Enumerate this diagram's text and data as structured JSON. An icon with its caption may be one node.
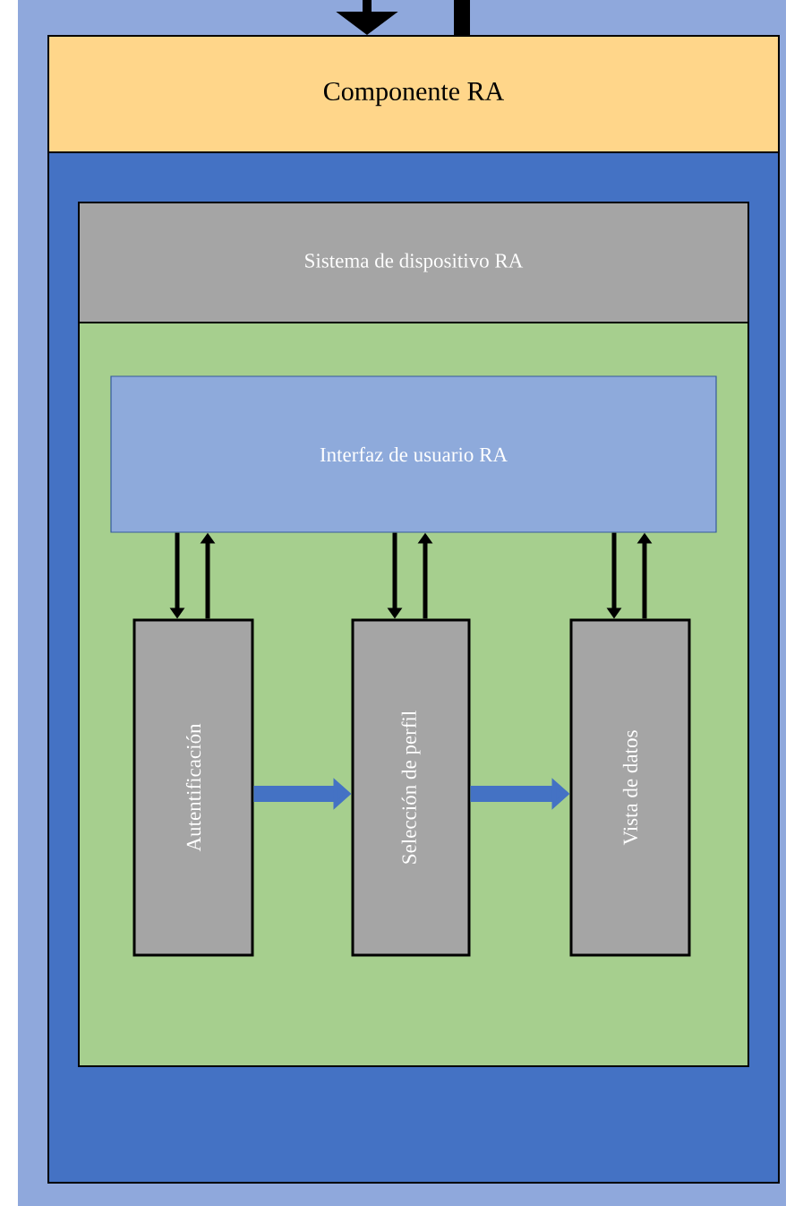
{
  "diagram": {
    "nodes": [
      {
        "text": [
          "Componente RA"
        ]
      },
      {
        "text": [
          "Sistema de dispositivo RA"
        ],
        "in": 0
      },
      {
        "text": [
          "Interfaz de usuario RA"
        ],
        "in": 1
      },
      {
        "text": [
          "Autentificación"
        ],
        "in": 1
      },
      {
        "text": [
          "Selección de perfil"
        ],
        "in": 1
      },
      {
        "text": [
          "Vista de datos"
        ],
        "in": 1
      }
    ],
    "edges": [
      {
        "from": null,
        "to": 0,
        "arrow": "to",
        "style": "thick"
      },
      {
        "from": 0,
        "to": null,
        "arrow": "none",
        "style": "thick"
      },
      {
        "from": 2,
        "to": 3,
        "arrow": "to"
      },
      {
        "from": 3,
        "to": 2,
        "arrow": "to"
      },
      {
        "from": 2,
        "to": 4,
        "arrow": "to"
      },
      {
        "from": 4,
        "to": 2,
        "arrow": "to"
      },
      {
        "from": 2,
        "to": 5,
        "arrow": "to"
      },
      {
        "from": 5,
        "to": 2,
        "arrow": "to"
      },
      {
        "from": 3,
        "to": 4,
        "arrow": "to",
        "style": "thick",
        "color": "#4472c4"
      },
      {
        "from": 4,
        "to": 5,
        "arrow": "to",
        "style": "thick",
        "color": "#4472c4"
      }
    ]
  }
}
